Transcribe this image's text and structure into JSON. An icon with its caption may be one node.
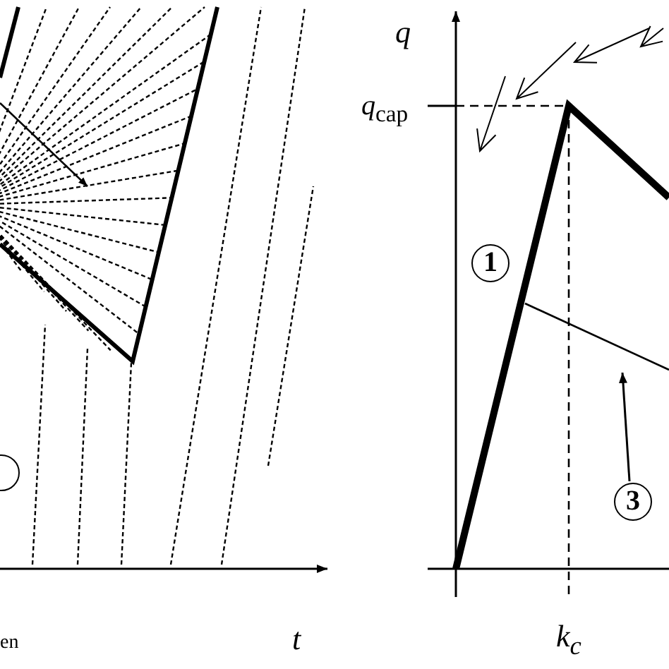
{
  "diagram": {
    "nodes": [
      {
        "text": [],
        "shape": "circle"
      },
      {
        "text": [
          "1"
        ]
      },
      {
        "text": [
          "3"
        ]
      },
      {
        "text": [],
        "shape": "line"
      }
    ],
    "edges": [
      {
        "from": 2,
        "to": 3,
        "arrow": "to"
      }
    ],
    "labels": [
      "en",
      "t",
      "q",
      "*q*$_{cap}$",
      "k$_{c}$"
    ]
  }
}
